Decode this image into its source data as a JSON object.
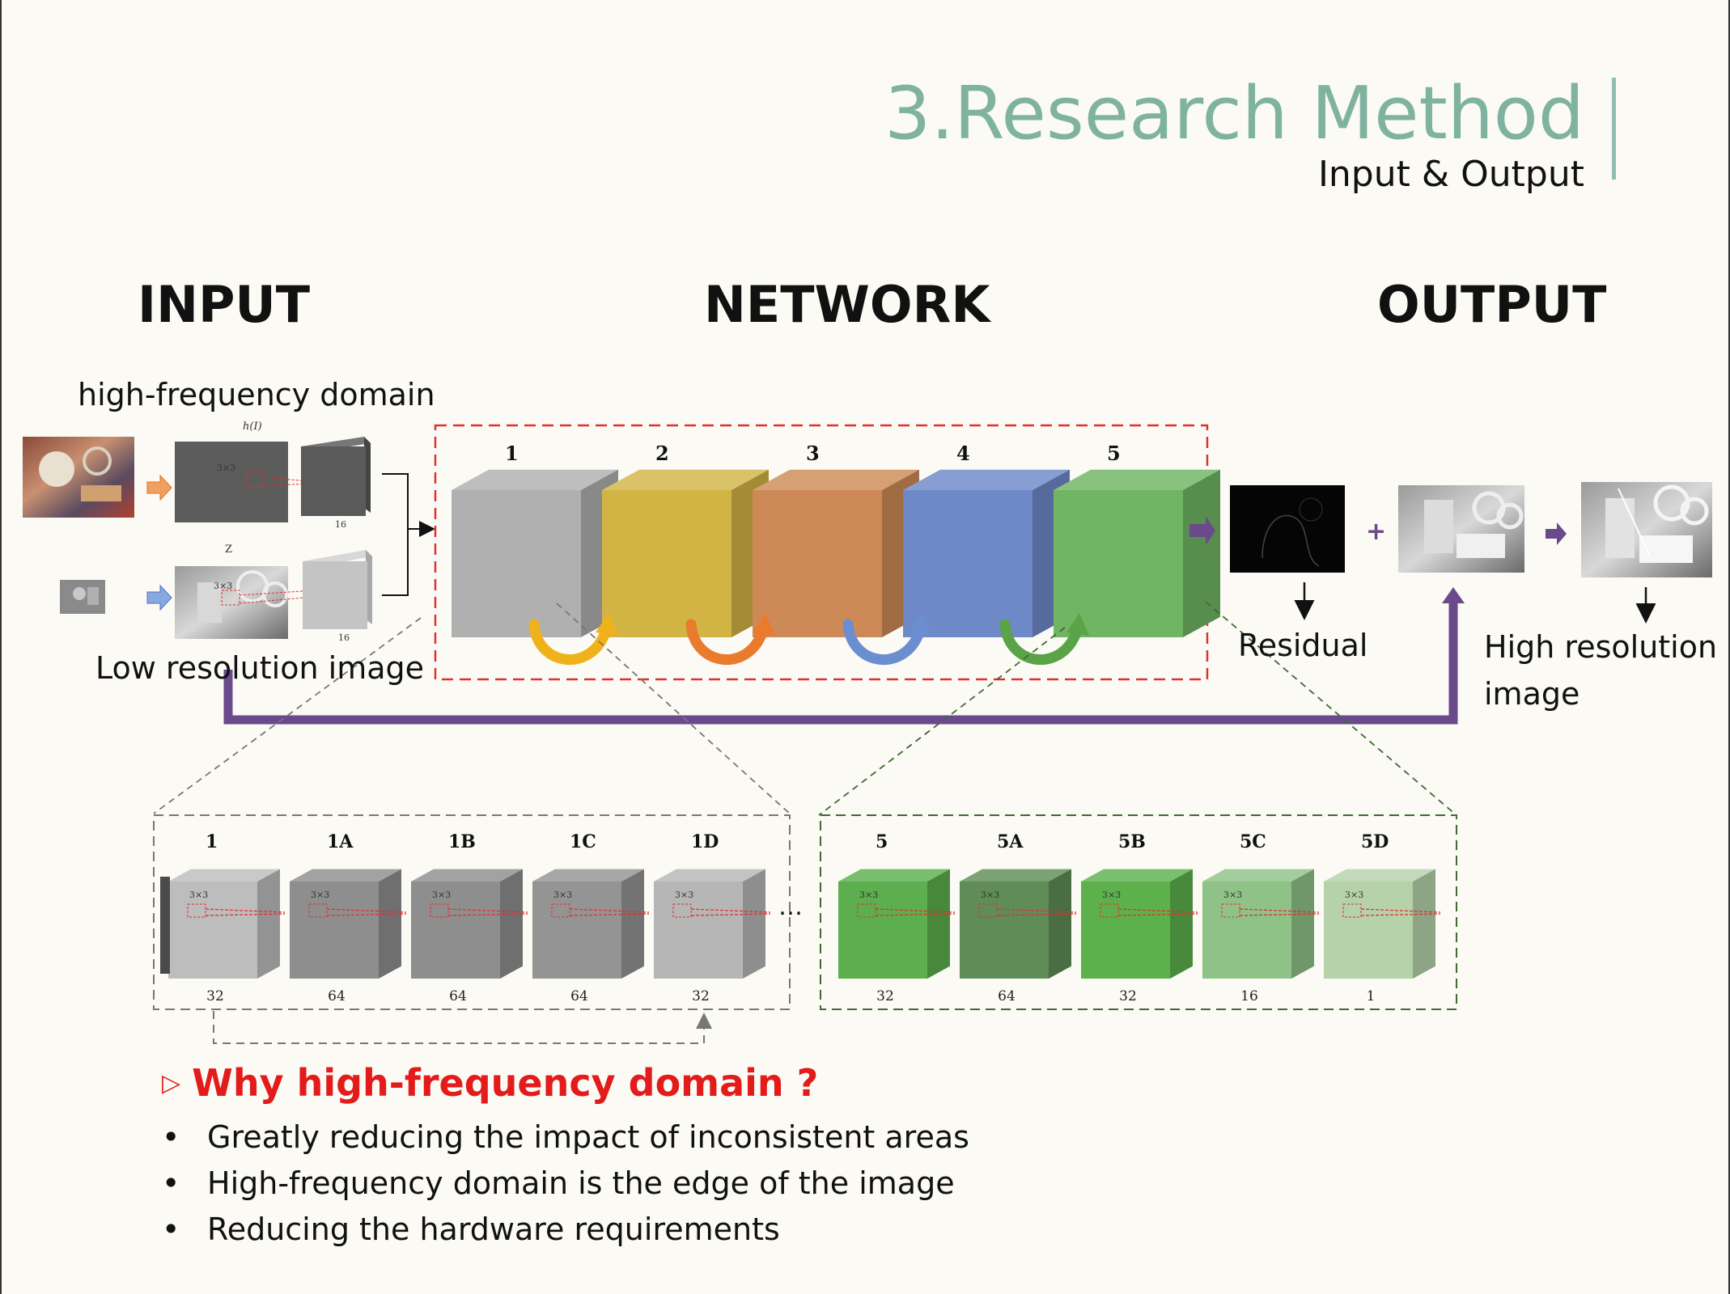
{
  "header": {
    "title": "3.Research Method",
    "subtitle": "Input &  Output"
  },
  "sections": {
    "input": "INPUT",
    "network": "NETWORK",
    "output": "OUTPUT"
  },
  "input": {
    "hf_label": "high-frequency domain",
    "hf_tag": "h(I)",
    "lr_tag": "Z",
    "lr_label": "Low resolution image",
    "kernel": "3×3",
    "depth_hf": "16",
    "depth_lr": "16"
  },
  "network": {
    "blocks": [
      {
        "label": "1",
        "color": "#b0b0b0"
      },
      {
        "label": "2",
        "color": "#d2b445"
      },
      {
        "label": "3",
        "color": "#cd8a56"
      },
      {
        "label": "4",
        "color": "#6e89c8"
      },
      {
        "label": "5",
        "color": "#6fb563"
      }
    ],
    "arrow_colors": [
      "#f0b21a",
      "#ea7a2c",
      "#6b8ed0",
      "#5aa347"
    ]
  },
  "output": {
    "residual_label": "Residual",
    "hr_label_line1": "High resolution",
    "hr_label_line2": "image",
    "plus": "+"
  },
  "detail_left": {
    "layers": [
      {
        "label": "1",
        "depth": "32"
      },
      {
        "label": "1A",
        "depth": "64"
      },
      {
        "label": "1B",
        "depth": "64"
      },
      {
        "label": "1C",
        "depth": "64"
      },
      {
        "label": "1D",
        "depth": "32"
      }
    ],
    "ellipsis": "…"
  },
  "detail_right": {
    "layers": [
      {
        "label": "5",
        "depth": "32"
      },
      {
        "label": "5A",
        "depth": "64"
      },
      {
        "label": "5B",
        "depth": "32"
      },
      {
        "label": "5C",
        "depth": "16"
      },
      {
        "label": "5D",
        "depth": "1"
      }
    ]
  },
  "why": {
    "marker": "▷",
    "title": "Why high-frequency domain ?",
    "bullet_symbol": "•",
    "bullets": [
      "Greatly reducing the impact of inconsistent areas",
      "High-frequency domain is the edge of the image",
      "Reducing the hardware requirements"
    ]
  },
  "colors": {
    "title": "#7fb3a0",
    "accent_red": "#e31b1b",
    "skip_purple": "#6b4a8c",
    "network_box": "#e03030"
  }
}
